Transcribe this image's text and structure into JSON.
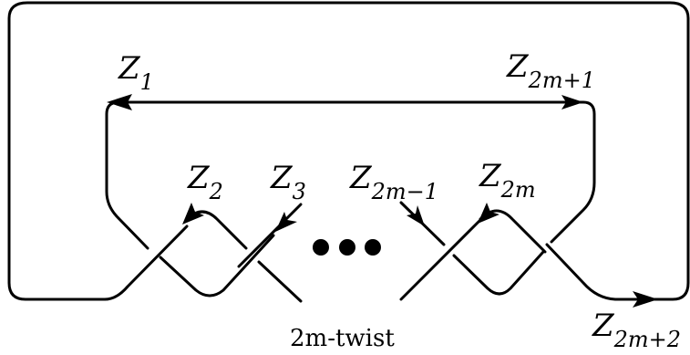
{
  "labels": {
    "z1": {
      "main": "Z",
      "sub": "1"
    },
    "z2": {
      "main": "Z",
      "sub": "2"
    },
    "z3": {
      "main": "Z",
      "sub": "3"
    },
    "z2m1neg": {
      "main": "Z",
      "sub": "2m−1"
    },
    "z2m": {
      "main": "Z",
      "sub": "2m"
    },
    "z2m1": {
      "main": "Z",
      "sub": "2m+1"
    },
    "z2m2": {
      "main": "Z",
      "sub": "2m+2"
    }
  },
  "caption": "2m-twist",
  "colors": {
    "stroke": "#000000",
    "background": "#ffffff"
  }
}
